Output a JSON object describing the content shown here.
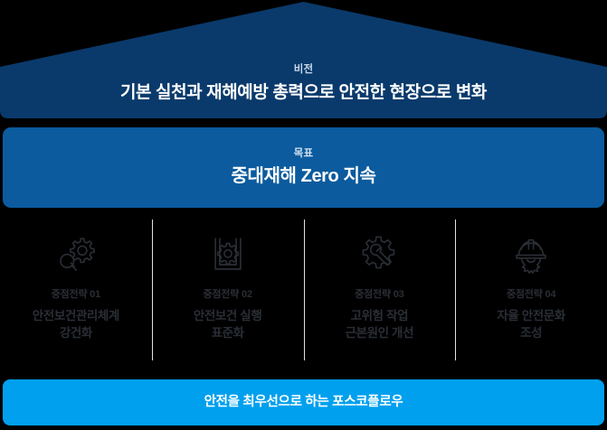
{
  "colors": {
    "background": "#000000",
    "roof_navy": "#0a3a6b",
    "goal_blue": "#0b5b9e",
    "footer_cyan": "#00a0ee",
    "divider_gray": "#e2e2e2",
    "dark_text": "#2a2e35",
    "white_text": "#ffffff"
  },
  "vision": {
    "eyebrow": "비전",
    "headline": "기본 실천과 재해예방 총력으로 안전한 현장으로 변화"
  },
  "goal": {
    "eyebrow": "목표",
    "headline": "중대재해 Zero 지속"
  },
  "strategies": [
    {
      "label": "중점전략 01",
      "title": "안전보건관리체계\n강건화",
      "icon": "two-gears-icon"
    },
    {
      "label": "중점전략 02",
      "title": "안전보건 실행\n표준화",
      "icon": "book-gear-icon"
    },
    {
      "label": "중점전략 03",
      "title": "고위험 작업\n근본원인 개선",
      "icon": "gear-wrench-icon"
    },
    {
      "label": "중점전략 04",
      "title": "자율 안전문화\n조성",
      "icon": "hardhat-gear-icon"
    }
  ],
  "footer": {
    "text": "안전을 최우선으로 하는 포스코플로우"
  }
}
